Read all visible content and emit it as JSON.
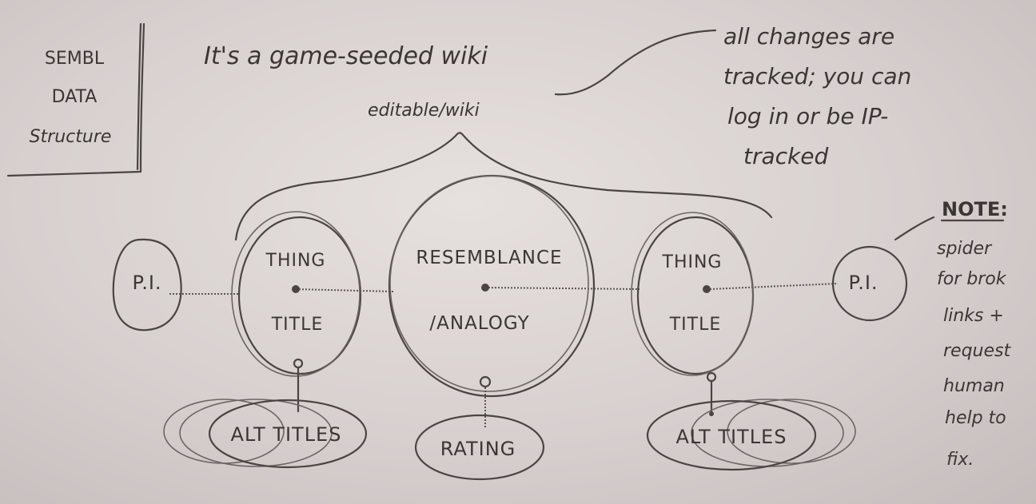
{
  "diagram": {
    "title_box": {
      "lines": [
        "SEMBL",
        "DATA",
        "Structure"
      ]
    },
    "headline": "It's a game-seeded wiki",
    "editable_label": "editable/wiki",
    "tracking_note": {
      "lines": [
        "all changes are",
        "tracked; you can",
        "log in or be IP-",
        "tracked"
      ]
    },
    "nodes": {
      "pi_left": "P.I.",
      "thing_left": {
        "line1": "THING",
        "line2": "TITLE"
      },
      "resemblance": {
        "line1": "RESEMBLANCE",
        "line2": "/ANALOGY"
      },
      "thing_right": {
        "line1": "THING",
        "line2": "TITLE"
      },
      "pi_right": "P.I."
    },
    "attachments": {
      "alt_titles_left": "ALT TITLES",
      "rating": "RATING",
      "alt_titles_right": "ALT TITLES"
    },
    "side_note": {
      "heading": "NOTE:",
      "lines": [
        "spider",
        "for brok",
        "links +",
        "request",
        "human",
        "help to",
        "fix."
      ]
    }
  }
}
